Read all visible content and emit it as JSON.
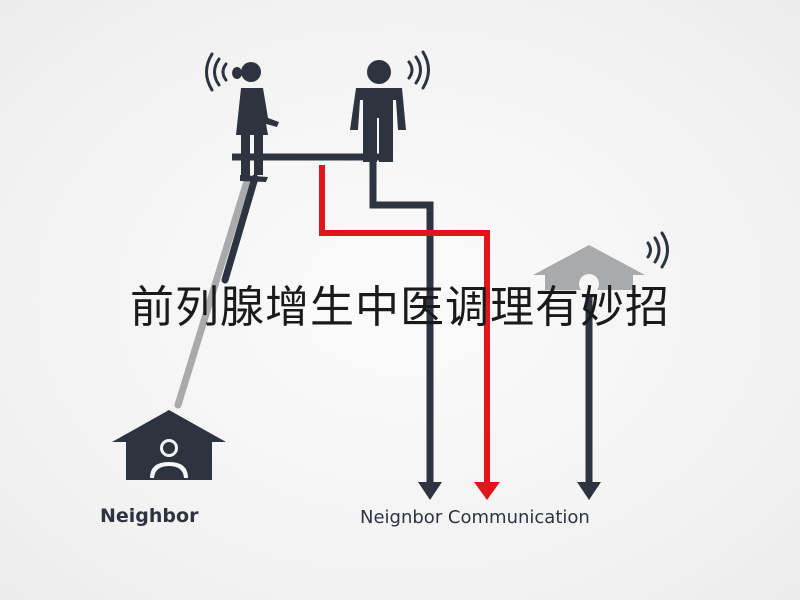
{
  "overlay": {
    "title": "前列腺增生中医调理有妙招"
  },
  "labels": {
    "left": "Neighbor",
    "right": "Neignbor Communication"
  },
  "colors": {
    "dark": "#2d3440",
    "red": "#e0161b",
    "gray": "#a9aaab",
    "background": "#f6f6f6"
  },
  "icons": [
    "woman-figure-icon",
    "man-figure-icon",
    "house-with-person-icon",
    "house-icon",
    "signal-waves-icon"
  ]
}
